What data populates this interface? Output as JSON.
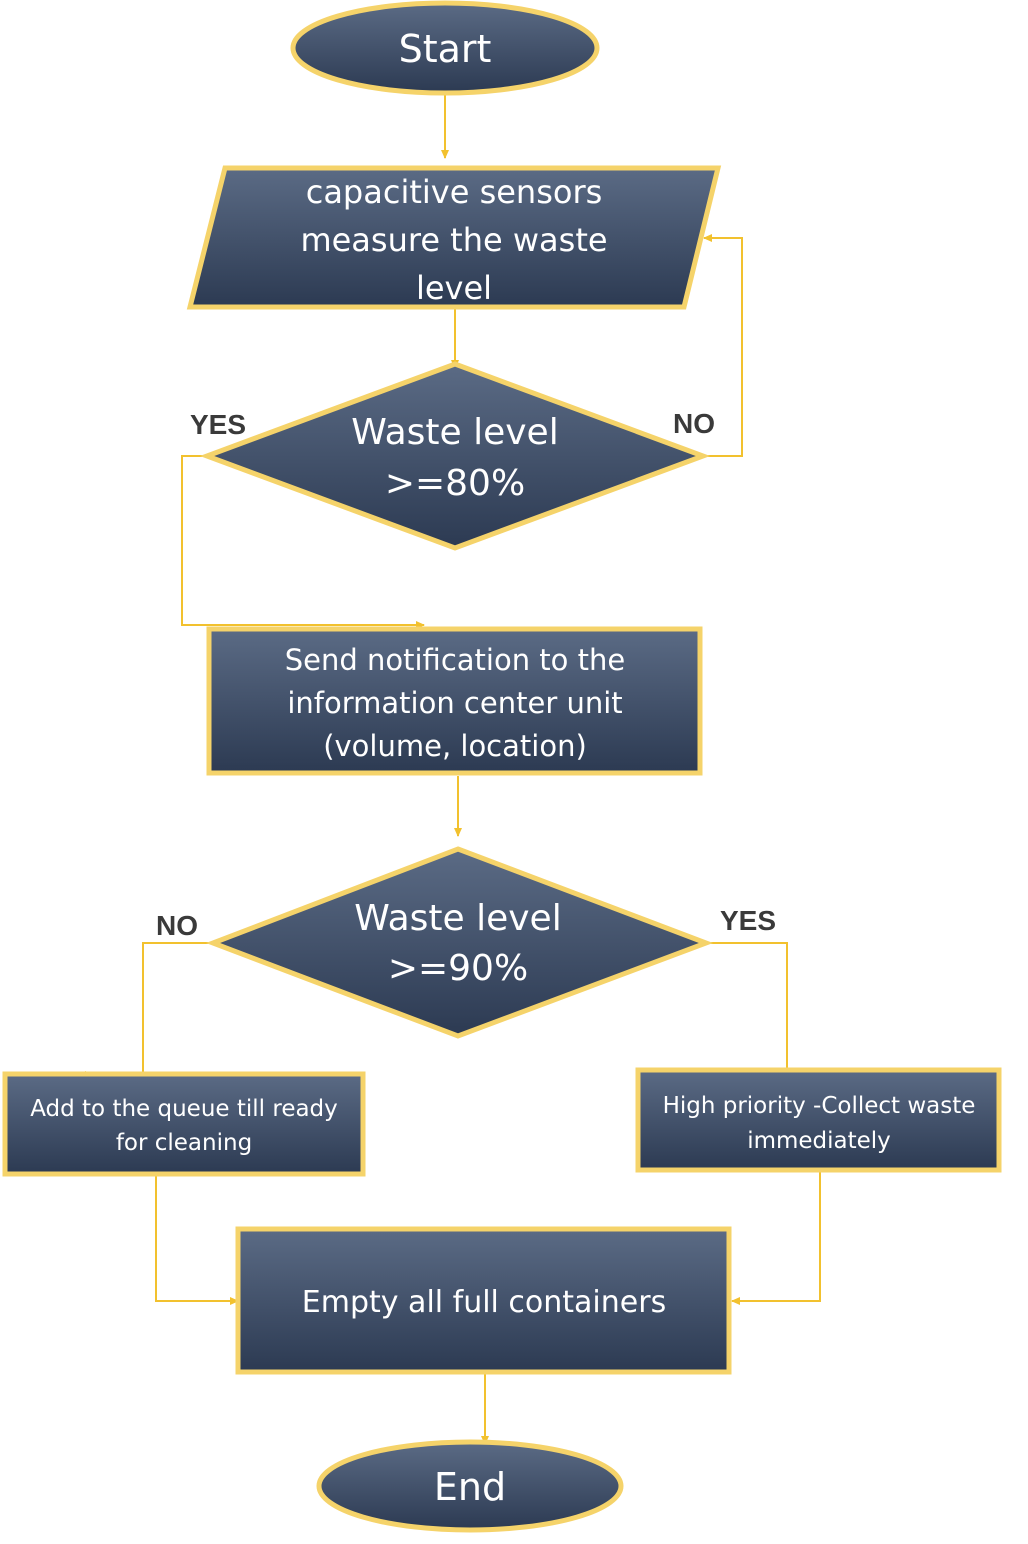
{
  "colors": {
    "shape_fill_top": "#5b6b85",
    "shape_fill_bottom": "#2c3a52",
    "border": "#f5d36a",
    "connector": "#f2c12e",
    "label": "#3a3a3a"
  },
  "nodes": {
    "start": "Start",
    "sensor": [
      "capacitive sensors",
      "measure the waste",
      "level"
    ],
    "decision80": [
      "Waste level",
      ">=80%"
    ],
    "notify": [
      "Send notification to the",
      "information center unit",
      "(volume, location)"
    ],
    "decision90": [
      "Waste level",
      ">=90%"
    ],
    "queue": [
      "Add to the queue  till ready",
      "for cleaning"
    ],
    "priority": [
      "High priority -Collect waste",
      "immediately"
    ],
    "empty": "Empty all full containers",
    "end": "End"
  },
  "labels": {
    "yes80": "YES",
    "no80": "NO",
    "no90": "NO",
    "yes90": "YES"
  }
}
